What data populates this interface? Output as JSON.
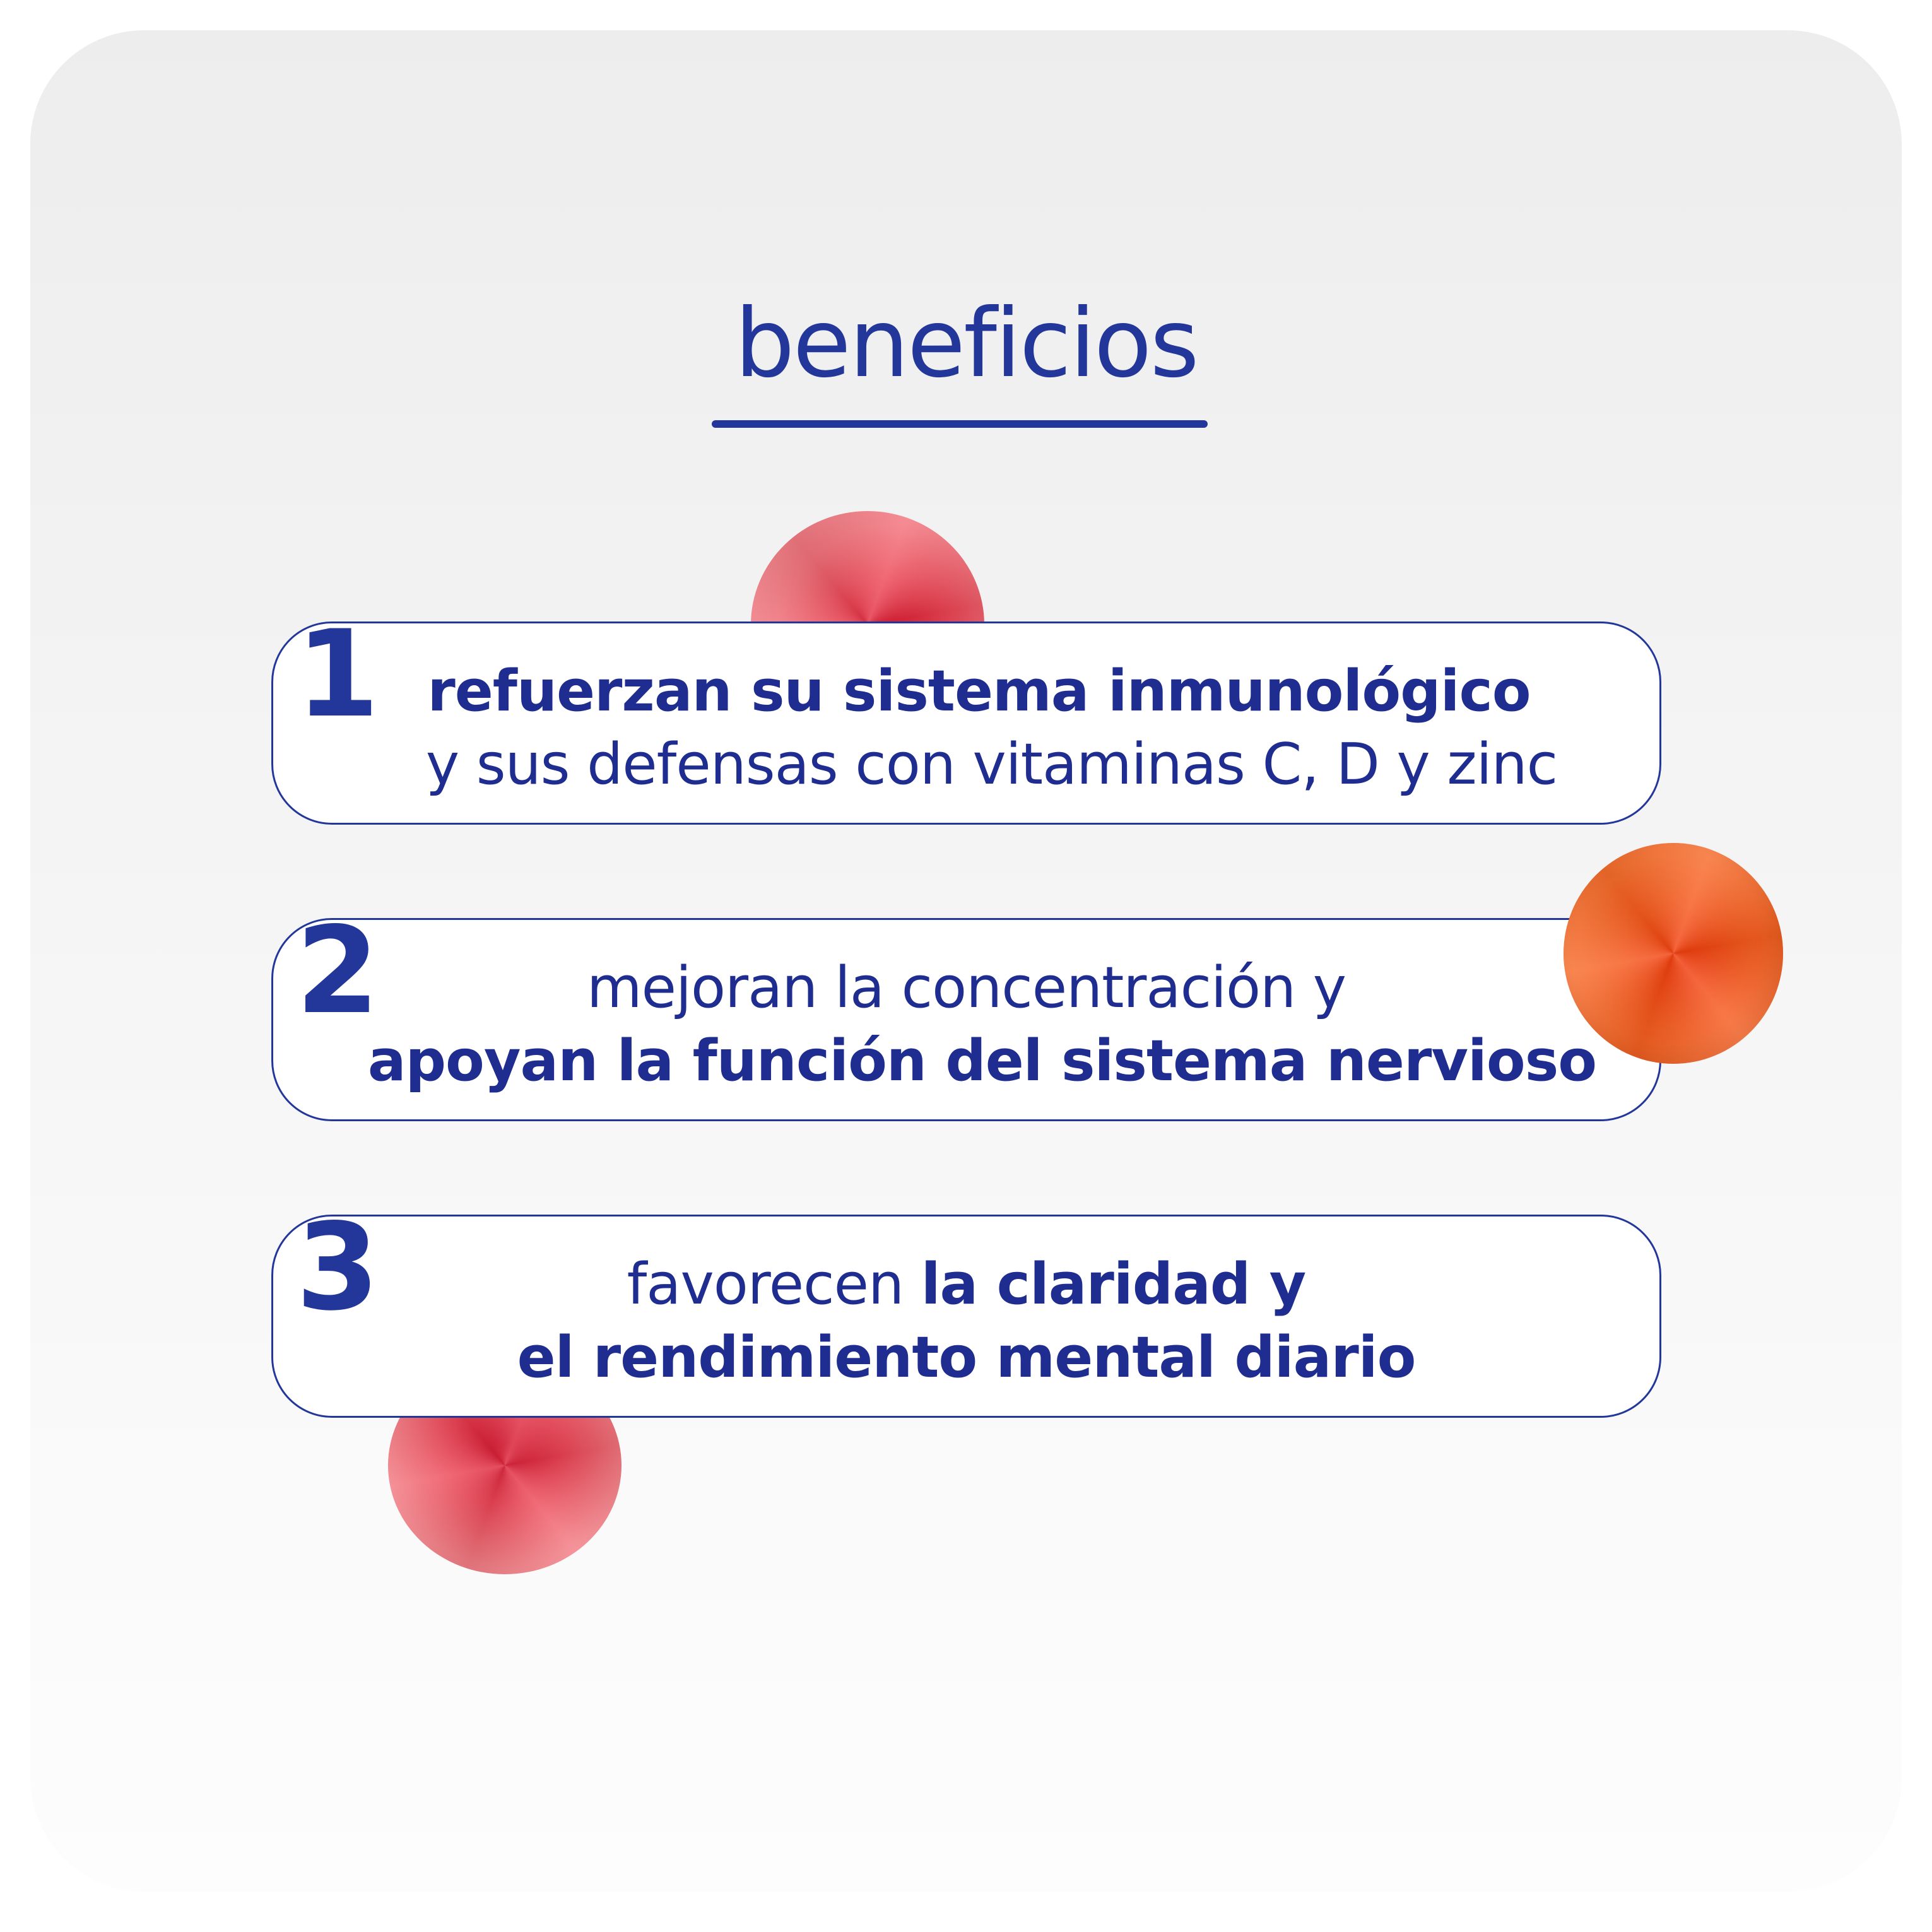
{
  "header": {
    "title": "beneficios"
  },
  "colors": {
    "accent": "#23379b",
    "text": "#1e2d8f",
    "background_top": "#ededed",
    "background_bottom": "#fdfdfd",
    "gummy_pink": "#ec4352",
    "gummy_orange": "#f6581c"
  },
  "benefits": [
    {
      "number": "1",
      "line1": "refuerzan su sistema inmunológico",
      "line2": "y sus defensas con vitaminas C, D y zinc"
    },
    {
      "number": "2",
      "line1": "mejoran la concentración y",
      "line2": "apoyan la función del sistema nervioso"
    },
    {
      "number": "3",
      "line1_regular": "favorecen ",
      "line1_bold": "la claridad y",
      "line2": "el rendimiento mental diario"
    }
  ],
  "decorations": {
    "icons": [
      "pink-gummy-icon",
      "orange-gummy-icon",
      "pink-gummy-icon"
    ]
  }
}
